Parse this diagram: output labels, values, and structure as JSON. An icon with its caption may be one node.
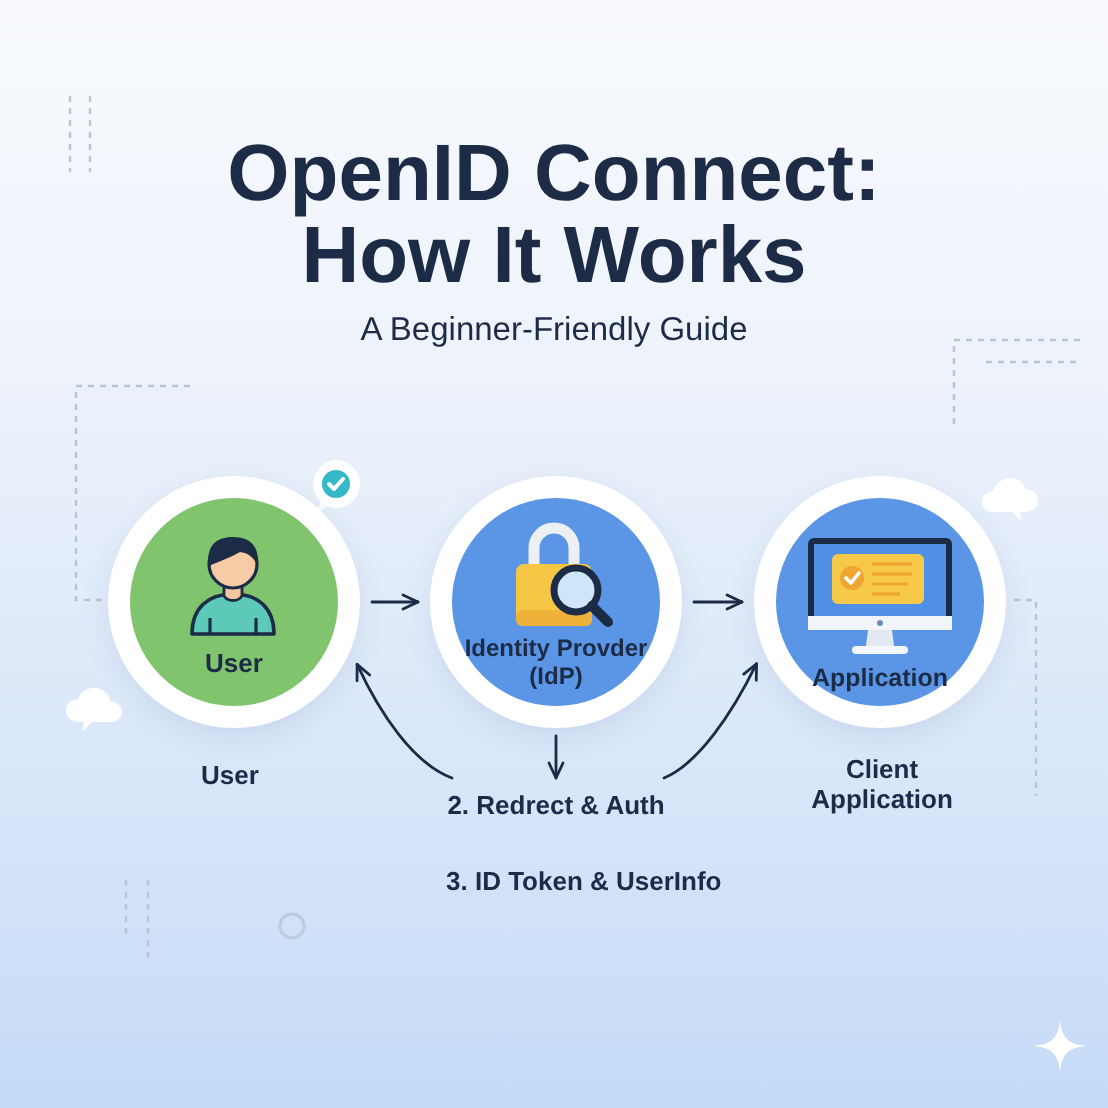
{
  "diagram": {
    "title": "OpenID Connect: How It Works",
    "nodes": [
      {
        "text": [
          "User"
        ],
        "beside": [
          "User"
        ]
      },
      {
        "text": [
          "Identity Provder (IdP)"
        ]
      },
      {
        "text": [
          "Application"
        ],
        "beside": [
          "Client Application"
        ]
      },
      {
        "text": [
          "2. Redrect & Auth"
        ]
      }
    ],
    "edges": [
      {
        "from": 0,
        "to": 1,
        "arrow": "to"
      },
      {
        "from": 1,
        "to": 2,
        "arrow": "to"
      },
      {
        "from": 1,
        "to": 3,
        "arrow": "to"
      },
      {
        "from": 3,
        "to": 0,
        "arrow": "to"
      },
      {
        "from": 3,
        "to": 2,
        "arrow": "to"
      }
    ],
    "labels": [
      "A Beginner-Friendly Guide",
      "3. ID Token & UserInfo"
    ]
  }
}
